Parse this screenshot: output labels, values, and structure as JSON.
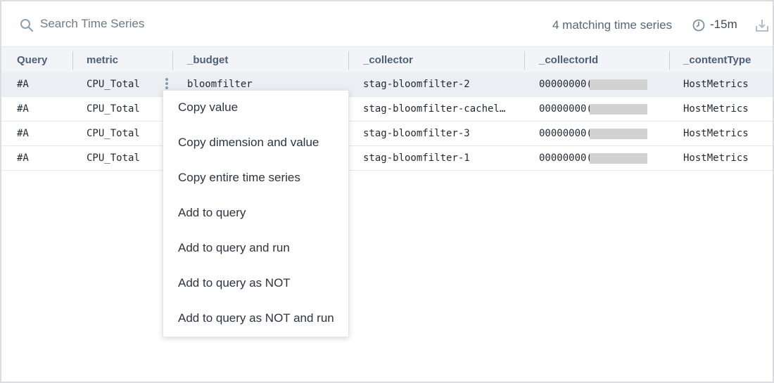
{
  "search": {
    "placeholder": "Search Time Series"
  },
  "header": {
    "match_count": "4 matching time series",
    "time_range": "-15m"
  },
  "columns": [
    "Query",
    "metric",
    "_budget",
    "_collector",
    "_collectorId",
    "_contentType"
  ],
  "rows": [
    {
      "query": "#A",
      "metric": "CPU_Total",
      "budget": "bloomfilter",
      "collector": "stag-bloomfilter-2",
      "collectorId": "00000000(",
      "contentType": "HostMetrics"
    },
    {
      "query": "#A",
      "metric": "CPU_Total",
      "budget": "",
      "collector": "stag-bloomfilter-cachel…",
      "collectorId": "00000000(",
      "contentType": "HostMetrics"
    },
    {
      "query": "#A",
      "metric": "CPU_Total",
      "budget": "",
      "collector": "stag-bloomfilter-3",
      "collectorId": "00000000(",
      "contentType": "HostMetrics"
    },
    {
      "query": "#A",
      "metric": "CPU_Total",
      "budget": "",
      "collector": "stag-bloomfilter-1",
      "collectorId": "00000000(",
      "contentType": "HostMetrics"
    }
  ],
  "context_menu": {
    "items": [
      "Copy value",
      "Copy dimension and value",
      "Copy entire time series",
      "Add to query",
      "Add to query and run",
      "Add to query as NOT",
      "Add to query as NOT and run"
    ]
  }
}
